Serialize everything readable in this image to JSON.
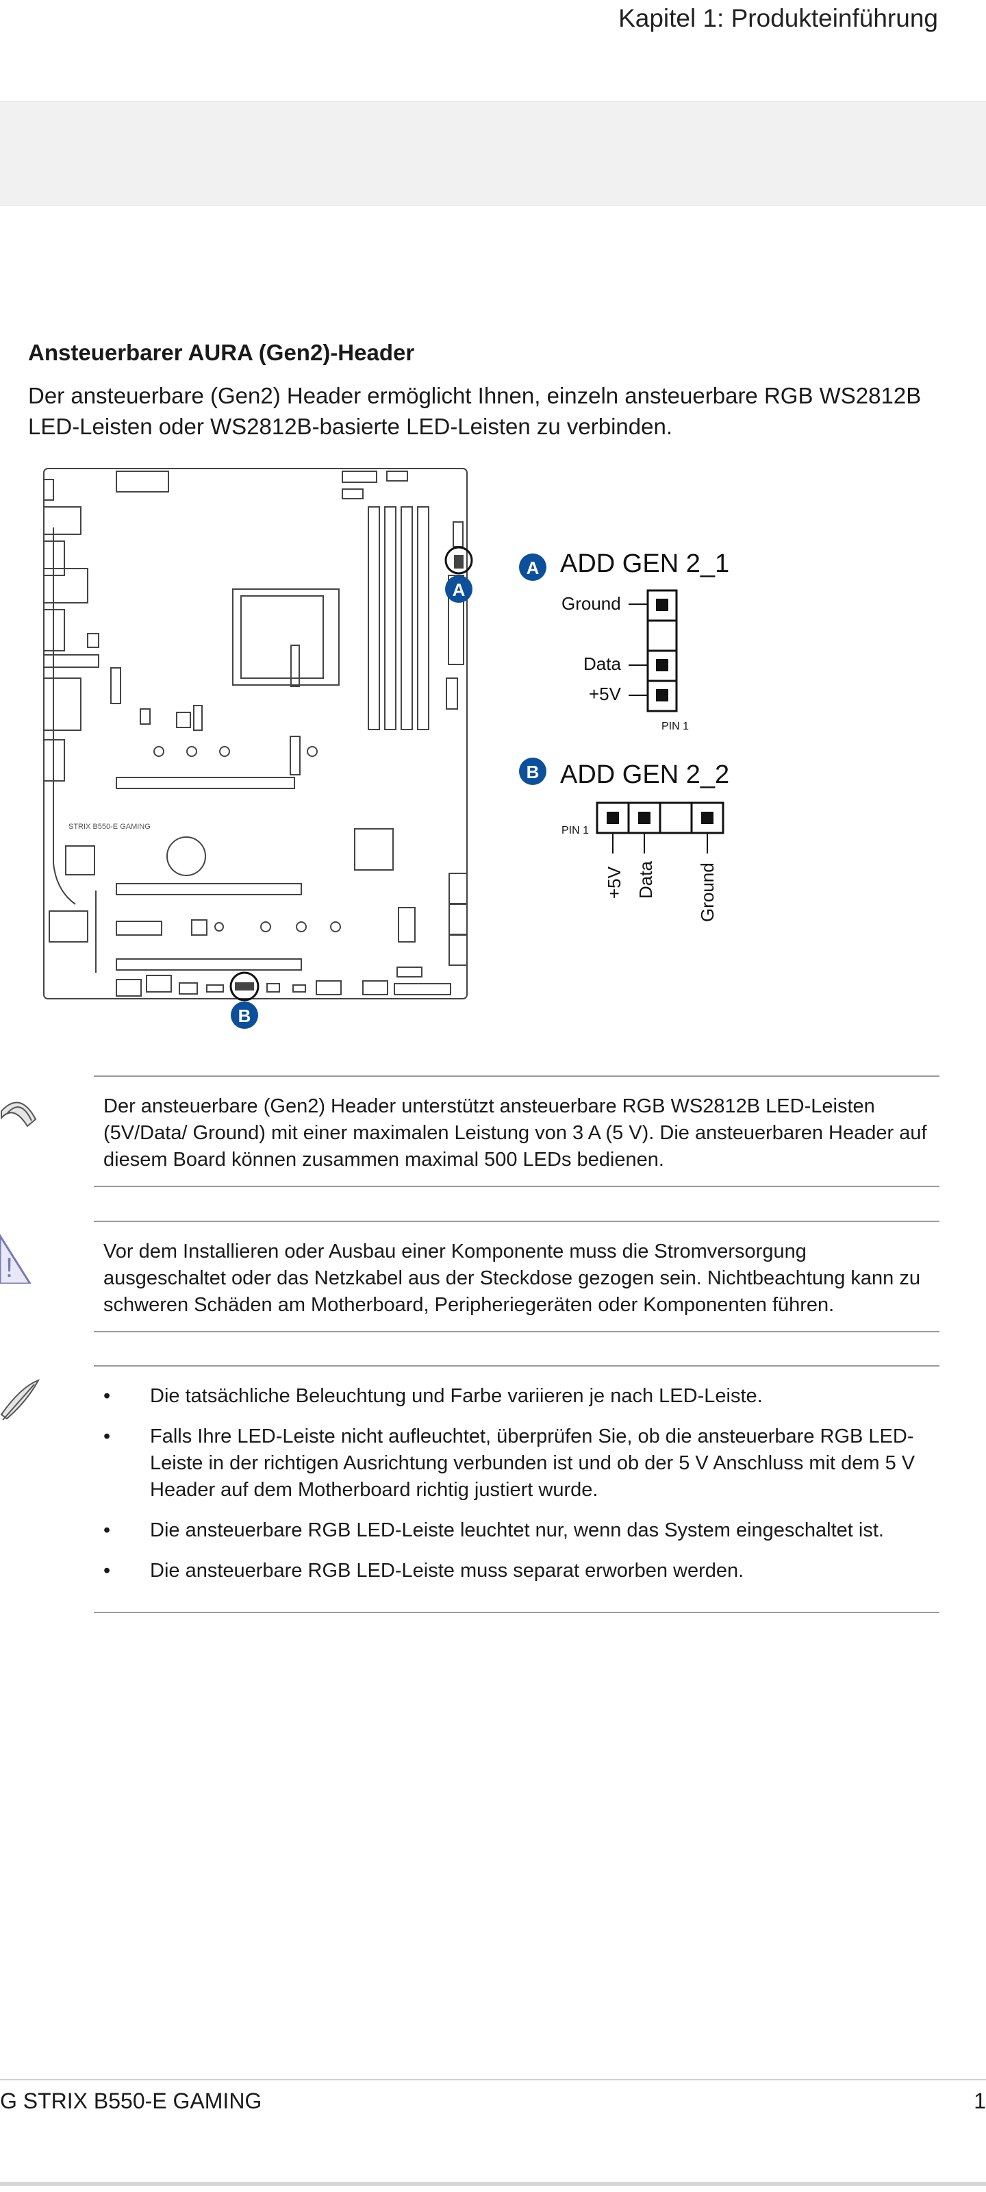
{
  "header": {
    "chapter": "Kapitel 1: Produkteinführung"
  },
  "section": {
    "title": "Ansteuerbarer AURA (Gen2)-Header",
    "intro": "Der ansteuerbare (Gen2) Header ermöglicht Ihnen, einzeln ansteuerbare RGB WS2812B LED-Leisten oder WS2812B-basierte LED-Leisten zu verbinden."
  },
  "diagram": {
    "board_text": "STRIX B550-E GAMING",
    "marker_a": "A",
    "marker_b": "B",
    "header_a": {
      "badge": "A",
      "title": "ADD GEN 2_1",
      "pins": [
        "Ground",
        "Data",
        "+5V"
      ],
      "pin1": "PIN 1"
    },
    "header_b": {
      "badge": "B",
      "title": "ADD GEN 2_2",
      "pin1": "PIN 1",
      "pins": [
        "+5V",
        "Data",
        "Ground"
      ]
    }
  },
  "notes": [
    {
      "icon": "pen-icon",
      "text": "Der ansteuerbare (Gen2) Header unterstützt ansteuerbare RGB WS2812B LED-Leisten (5V/Data/ Ground) mit einer maximalen Leistung von 3 A (5 V). Die ansteuerbaren Header auf diesem Board können zusammen maximal 500 LEDs bedienen."
    },
    {
      "icon": "warning-icon",
      "text": "Vor dem Installieren oder Ausbau einer Komponente muss die Stromversorgung ausgeschaltet oder das Netzkabel aus der Steckdose gezogen sein. Nichtbeachtung kann zu schweren Schäden am Motherboard, Peripheriegeräten oder Komponenten führen."
    }
  ],
  "bullet_note": {
    "icon": "quill-icon",
    "items": [
      "Die tatsächliche Beleuchtung und Farbe variieren je nach LED-Leiste.",
      "Falls Ihre LED-Leiste nicht aufleuchtet, überprüfen Sie, ob die ansteuerbare RGB LED-Leiste in der richtigen Ausrichtung verbunden ist und ob der 5 V Anschluss mit dem 5 V Header auf dem Motherboard richtig justiert wurde.",
      "Die ansteuerbare RGB LED-Leiste leuchtet nur, wenn das System eingeschaltet ist.",
      "Die ansteuerbare RGB LED-Leiste muss separat erworben werden."
    ]
  },
  "footer": {
    "product": "G STRIX B550-E GAMING",
    "page": "1"
  },
  "colors": {
    "badge": "#0c4f9a",
    "rule": "#9a9a9a"
  }
}
